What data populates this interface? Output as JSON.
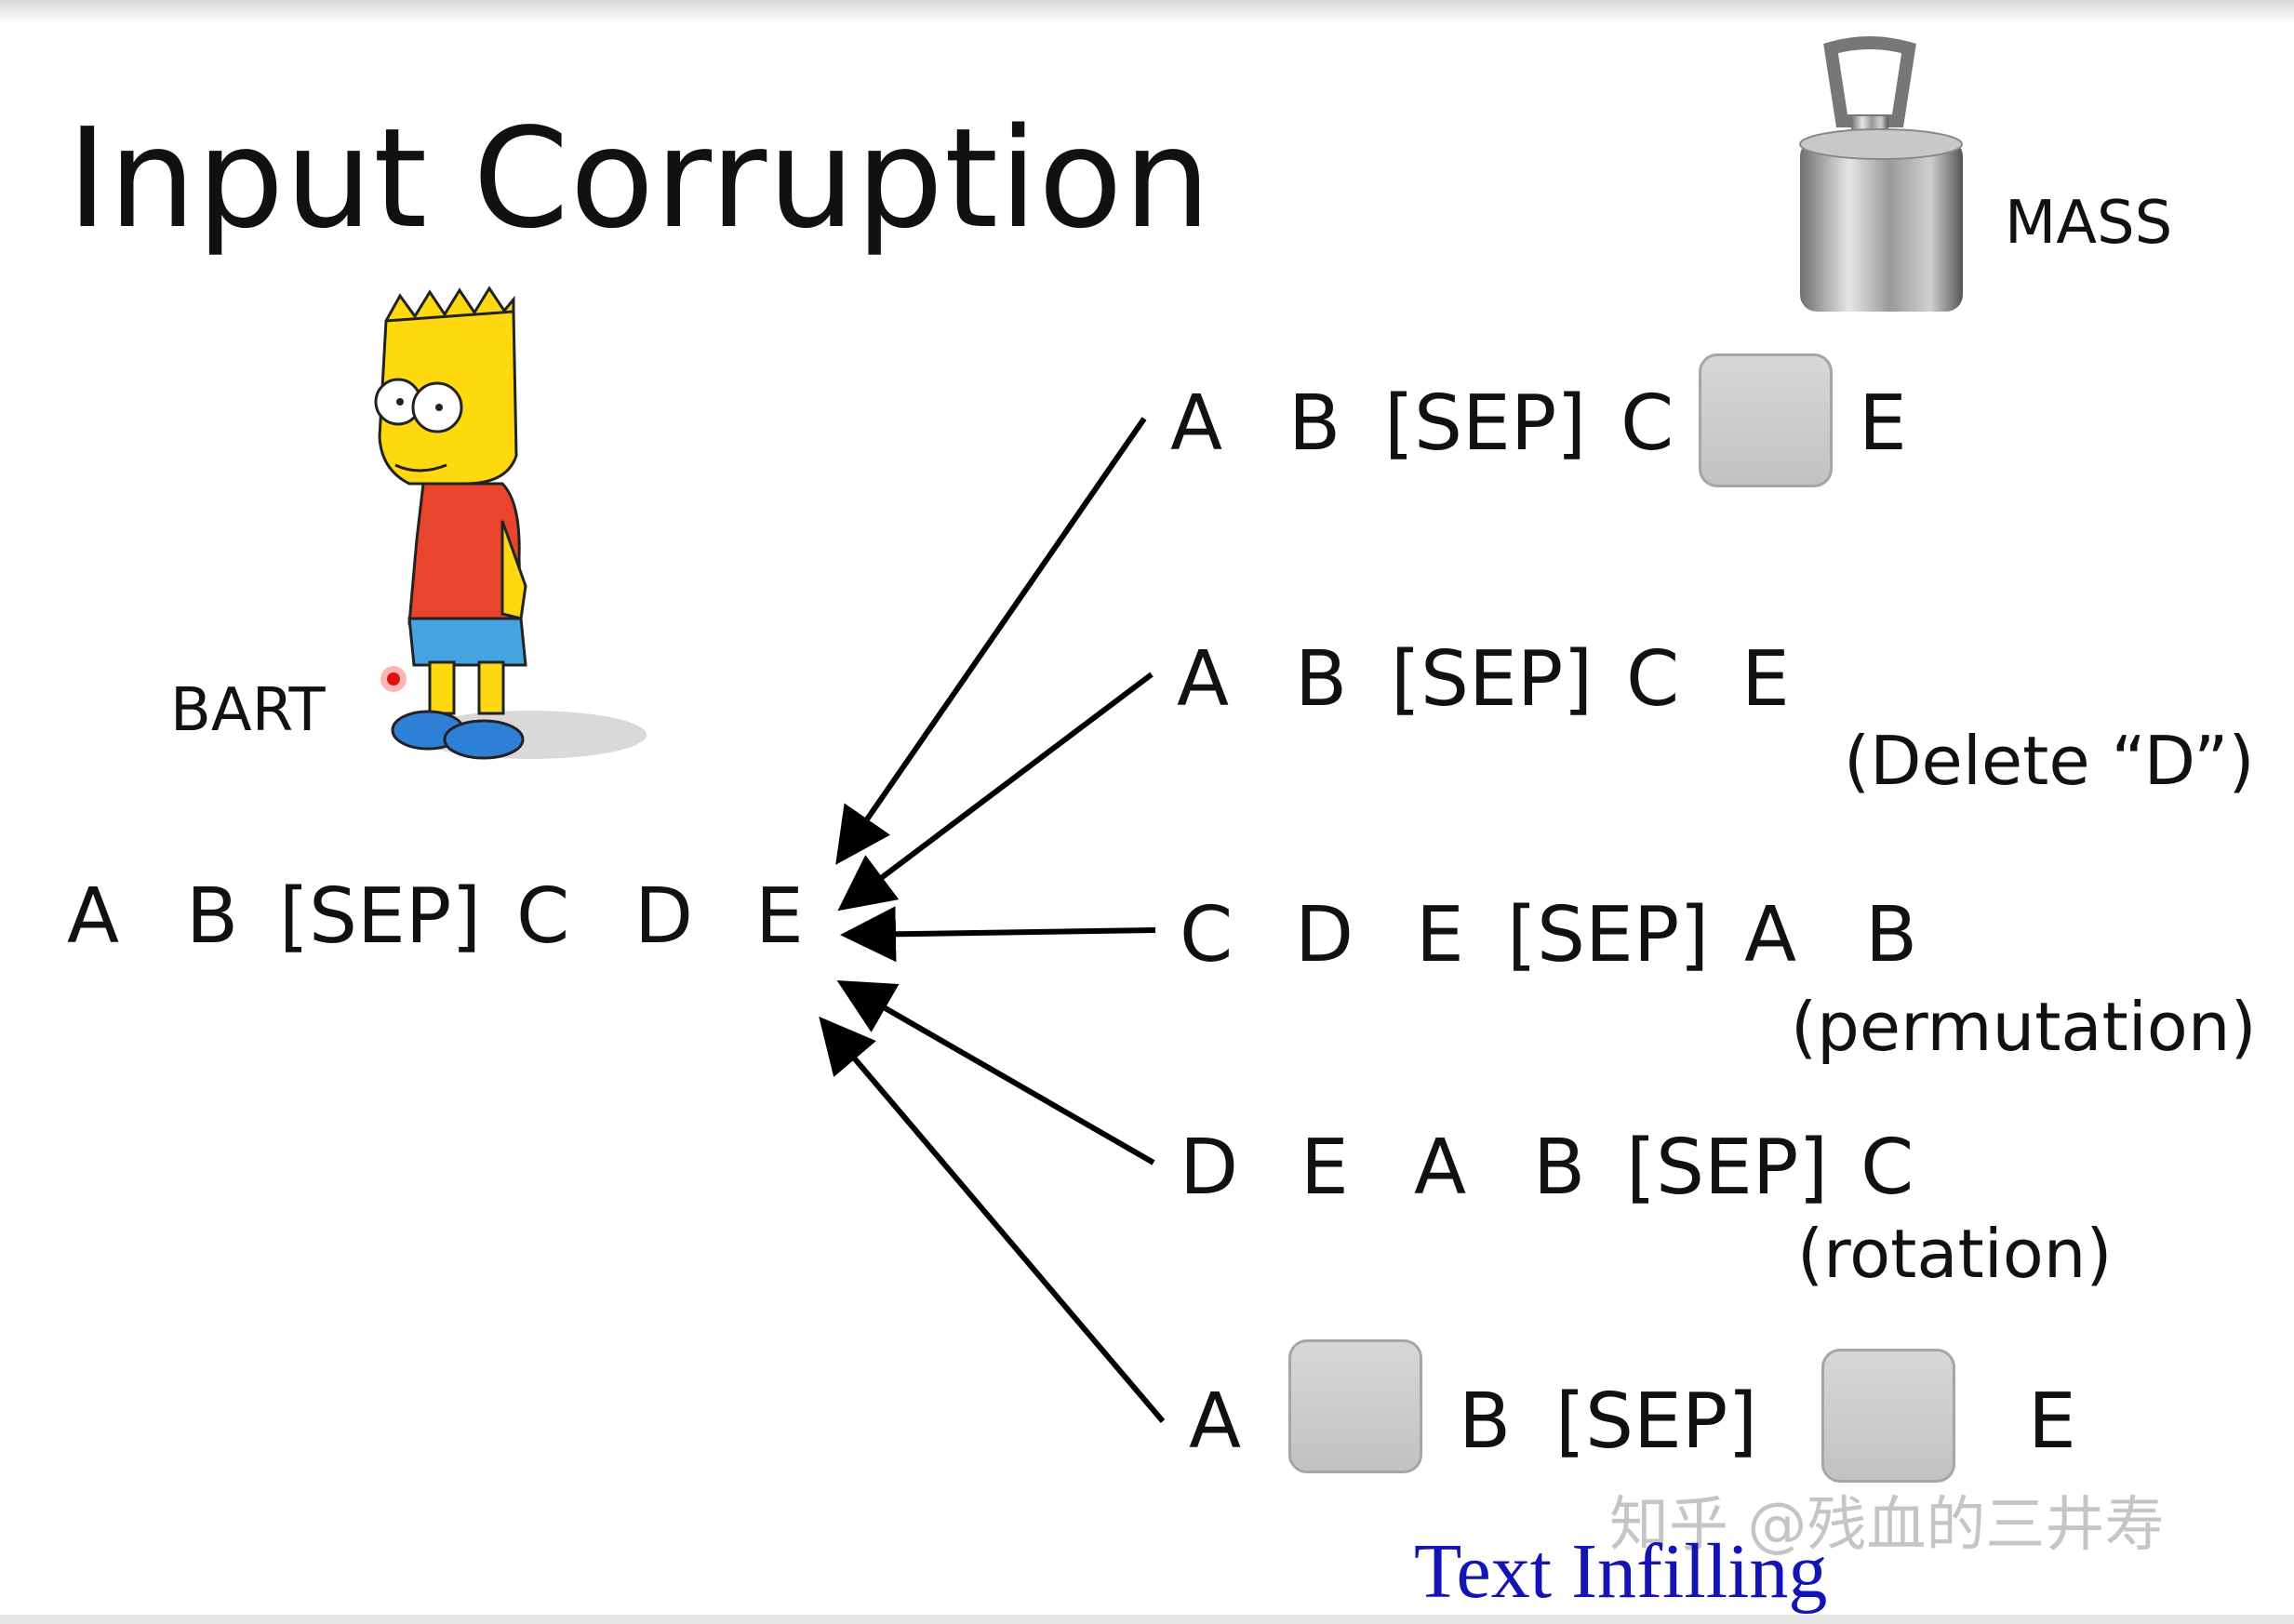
{
  "title": "Input Corruption",
  "bart_label": "BART",
  "mass_label": "MASS",
  "original_sequence": [
    "A",
    "B",
    "[SEP]",
    "C",
    "D",
    "E"
  ],
  "corruptions": [
    {
      "tokens": [
        "A",
        "B",
        "[SEP]",
        "C",
        "[MASK]",
        "E"
      ],
      "note": ""
    },
    {
      "tokens": [
        "A",
        "B",
        "[SEP]",
        "C",
        "E"
      ],
      "note": "(Delete “D”)"
    },
    {
      "tokens": [
        "C",
        "D",
        "E",
        "[SEP]",
        "A",
        "B"
      ],
      "note": "(permutation)"
    },
    {
      "tokens": [
        "D",
        "E",
        "A",
        "B",
        "[SEP]",
        "C"
      ],
      "note": "(rotation)"
    },
    {
      "tokens": [
        "A",
        "[MASK]",
        "B",
        "[SEP]",
        "[MASK]",
        "E"
      ],
      "note": ""
    }
  ],
  "text_infilling_label": "Text Infilling",
  "watermark": "知乎 @残血的三井寿",
  "colors": {
    "mask_fill": "#c8c8c8",
    "infill_text": "#1414b4",
    "bart_shirt": "#e8452c",
    "bart_skin": "#ffd90f"
  }
}
